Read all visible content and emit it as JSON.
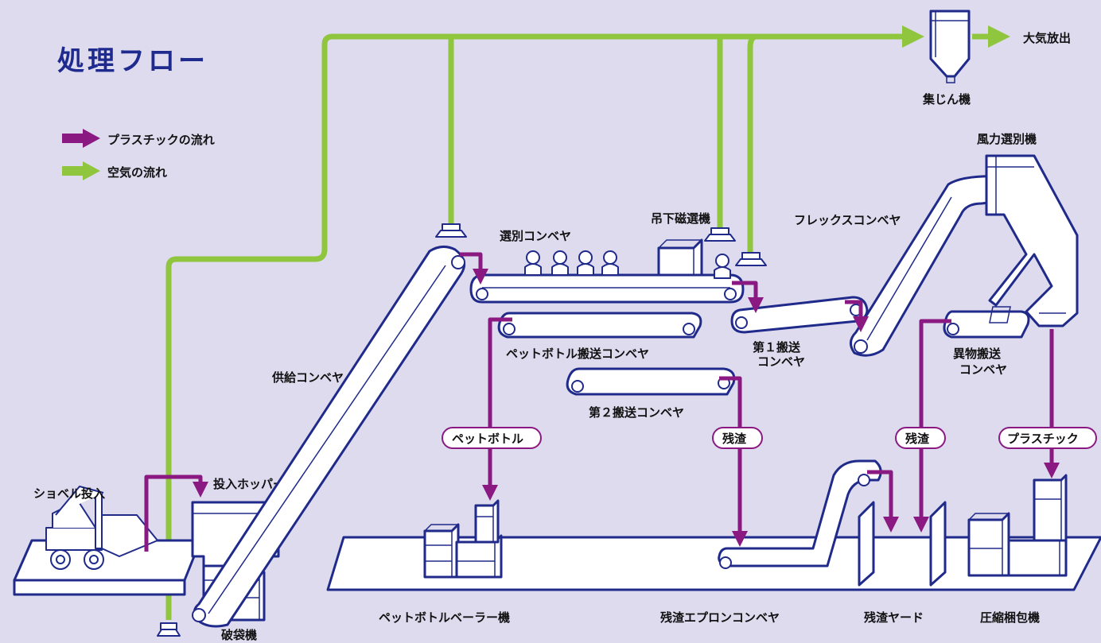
{
  "title": "処理フロー",
  "legend": {
    "plastic_flow": "プラスチックの流れ",
    "air_flow": "空気の流れ"
  },
  "colors": {
    "plastic_flow": "#8a1a82",
    "air_flow": "#8fc63d",
    "equipment_outline": "#1f2a8a",
    "background": "#dedbef"
  },
  "equipment": {
    "shovel_input": "ショベル投入",
    "input_hopper": "投入ホッパー",
    "bag_breaker": "破袋機",
    "supply_conveyor": "供給コンベヤ",
    "sorting_conveyor": "選別コンベヤ",
    "suspended_magnet": "吊下磁選機",
    "flex_conveyor": "フレックスコンベヤ",
    "dust_collector": "集じん機",
    "atmosphere_release": "大気放出",
    "wind_separator": "風力選別機",
    "pet_conveyor": "ペットボトル搬送コンベヤ",
    "transfer_conveyor_1_line1": "第１搬送",
    "transfer_conveyor_1_line2": "コンベヤ",
    "transfer_conveyor_2": "第２搬送コンベヤ",
    "foreign_conveyor_line1": "異物搬送",
    "foreign_conveyor_line2": "コンベヤ",
    "pet_baler": "ペットボトルベーラー機",
    "residue_apron_conveyor": "残渣エプロンコンベヤ",
    "residue_yard": "残渣ヤード",
    "compression_packer": "圧縮梱包機"
  },
  "tags": {
    "pet_bottle": "ペットボトル",
    "residue_1": "残渣",
    "residue_2": "残渣",
    "plastic": "プラスチック"
  }
}
